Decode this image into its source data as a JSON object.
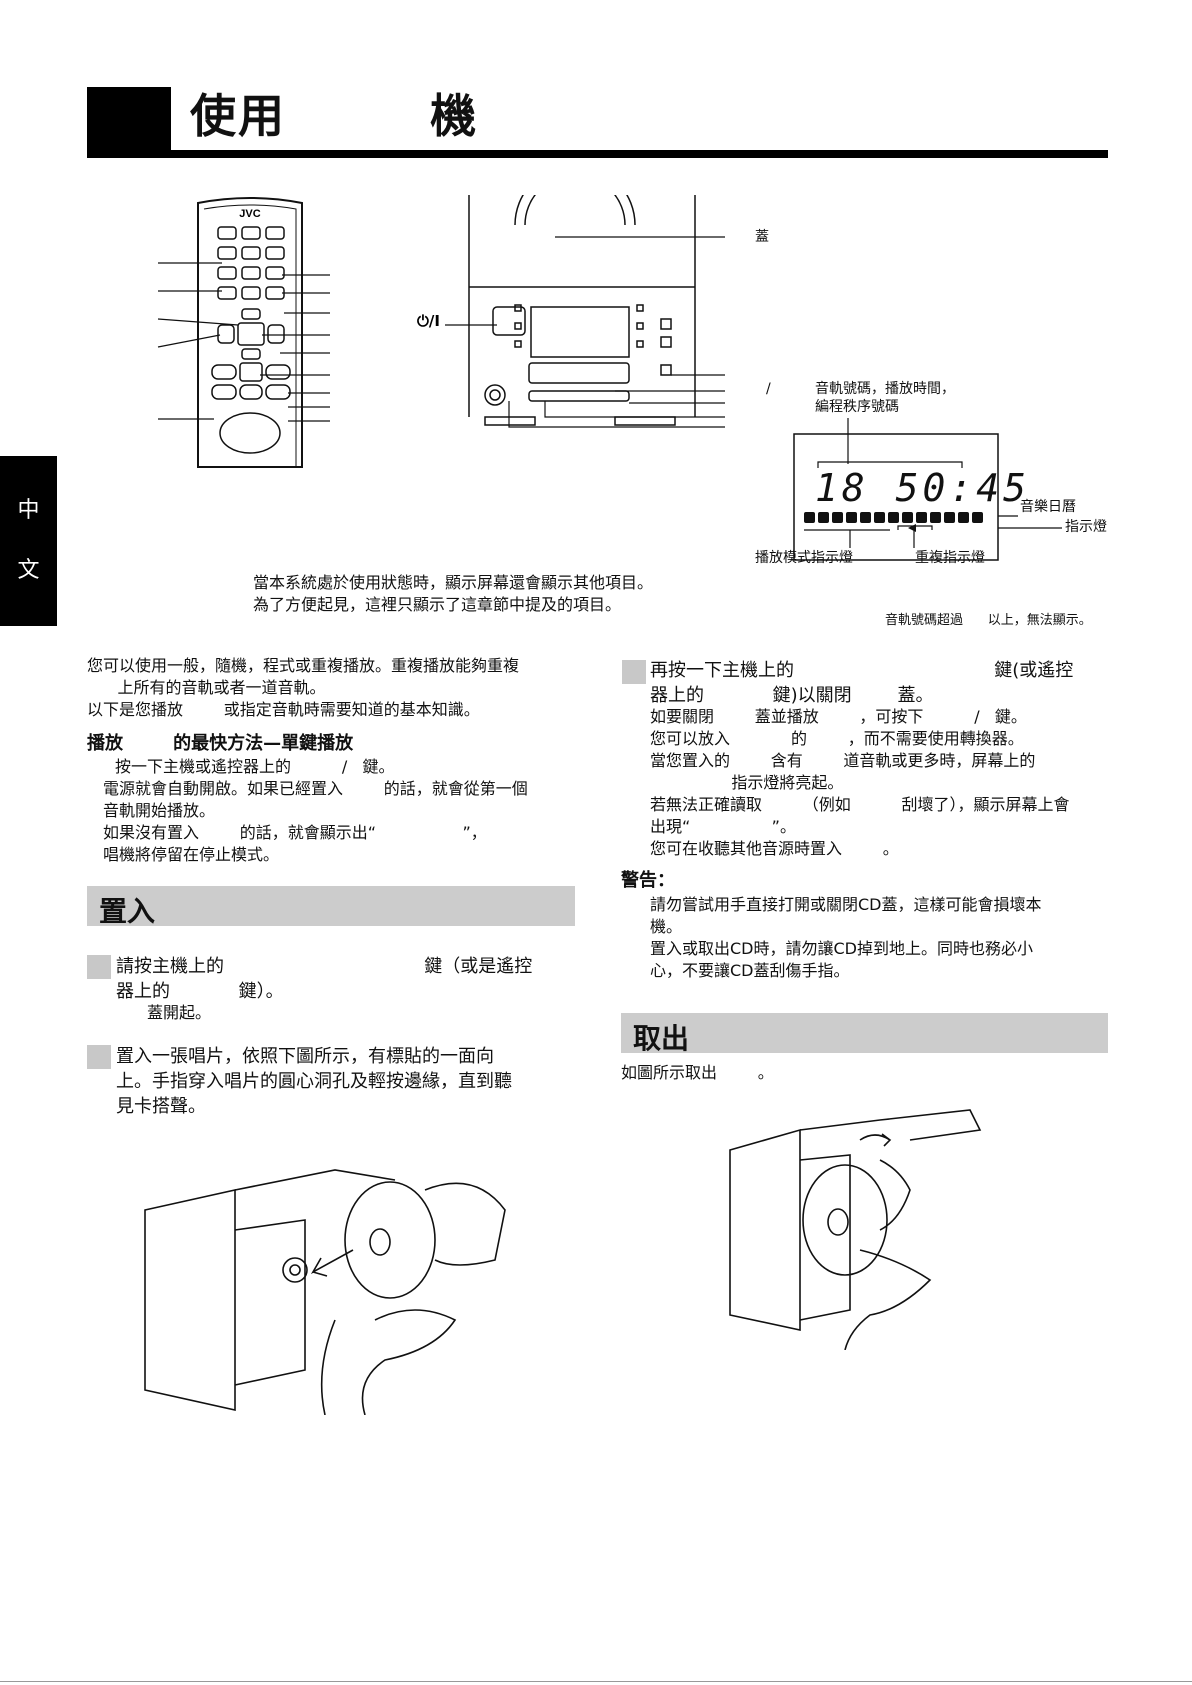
{
  "page": {
    "title": "使用        機",
    "side_tab": [
      "中",
      "文"
    ]
  },
  "figure": {
    "lid_label": "蓋",
    "power_label": "⏻/I",
    "slash_label": "/",
    "track_info": "音軌號碼，播放時間，",
    "program_no": "編程秩序號碼",
    "lcd_digits": "18  50:45",
    "calendar_label": "音樂日曆",
    "indicator_label": "指示燈",
    "play_mode_label": "播放模式指示燈",
    "repeat_label": "重複指示燈",
    "brand": "JVC",
    "note1": "當本系統處於使用狀態時，顯示屏幕還會顯示其他項目。",
    "note2": "為了方便起見，這裡只顯示了這章節中提及的項目。",
    "note3": "音軌號碼超過      以上，無法顯示。"
  },
  "left": {
    "intro": [
      "您可以使用一般，隨機，程式或重複播放。重複播放能夠重複",
      "      上所有的音軌或者一道音軌。",
      "以下是您播放        或指定音軌時需要知道的基本知識。"
    ],
    "quick_heading": "播放        的最快方法—單鍵播放",
    "quick_lines": [
      "按一下主機或遙控器上的          /   鍵。",
      "電源就會自動開啟。如果已經置入        的話，就會從第一個",
      "音軌開始播放。",
      "如果沒有置入        的話，就會顯示出“                 ”，",
      "唱機將停留在停止模式。"
    ],
    "insert_band": "置入",
    "step1": [
      "請按主機上的                                   鍵（或是遙控",
      "器上的            鍵）。"
    ],
    "step1_sub": "蓋開起。",
    "step2": [
      "置入一張唱片，依照下圖所示，有標貼的一面向",
      "上。手指穿入唱片的圓心洞孔及輕按邊緣，直到聽",
      "見卡搭聲。"
    ]
  },
  "right": {
    "step3": [
      "再按一下主機上的                                   鍵(或遙控",
      "器上的            鍵)以關閉        蓋。"
    ],
    "step3_lines": [
      "如要關閉        蓋並播放        ，可按下          /   鍵。",
      "您可以放入            的        ，而不需要使用轉換器。",
      "當您置入的        含有        道音軌或更多時，屏幕上的",
      "                指示燈將亮起。",
      "若無法正確讀取        （例如          刮壞了），顯示屏幕上會",
      "出現“                ”。",
      "您可在收聽其他音源時置入        。"
    ],
    "warning_heading": "警告：",
    "warning_lines": [
      "請勿嘗試用手直接打開或關閉CD蓋，這樣可能會損壞本",
      "機。",
      "置入或取出CD時，請勿讓CD掉到地上。同時也務必小",
      "心，不要讓CD蓋刮傷手指。"
    ],
    "remove_band": "取出",
    "remove_text": "如圖所示取出        。"
  }
}
